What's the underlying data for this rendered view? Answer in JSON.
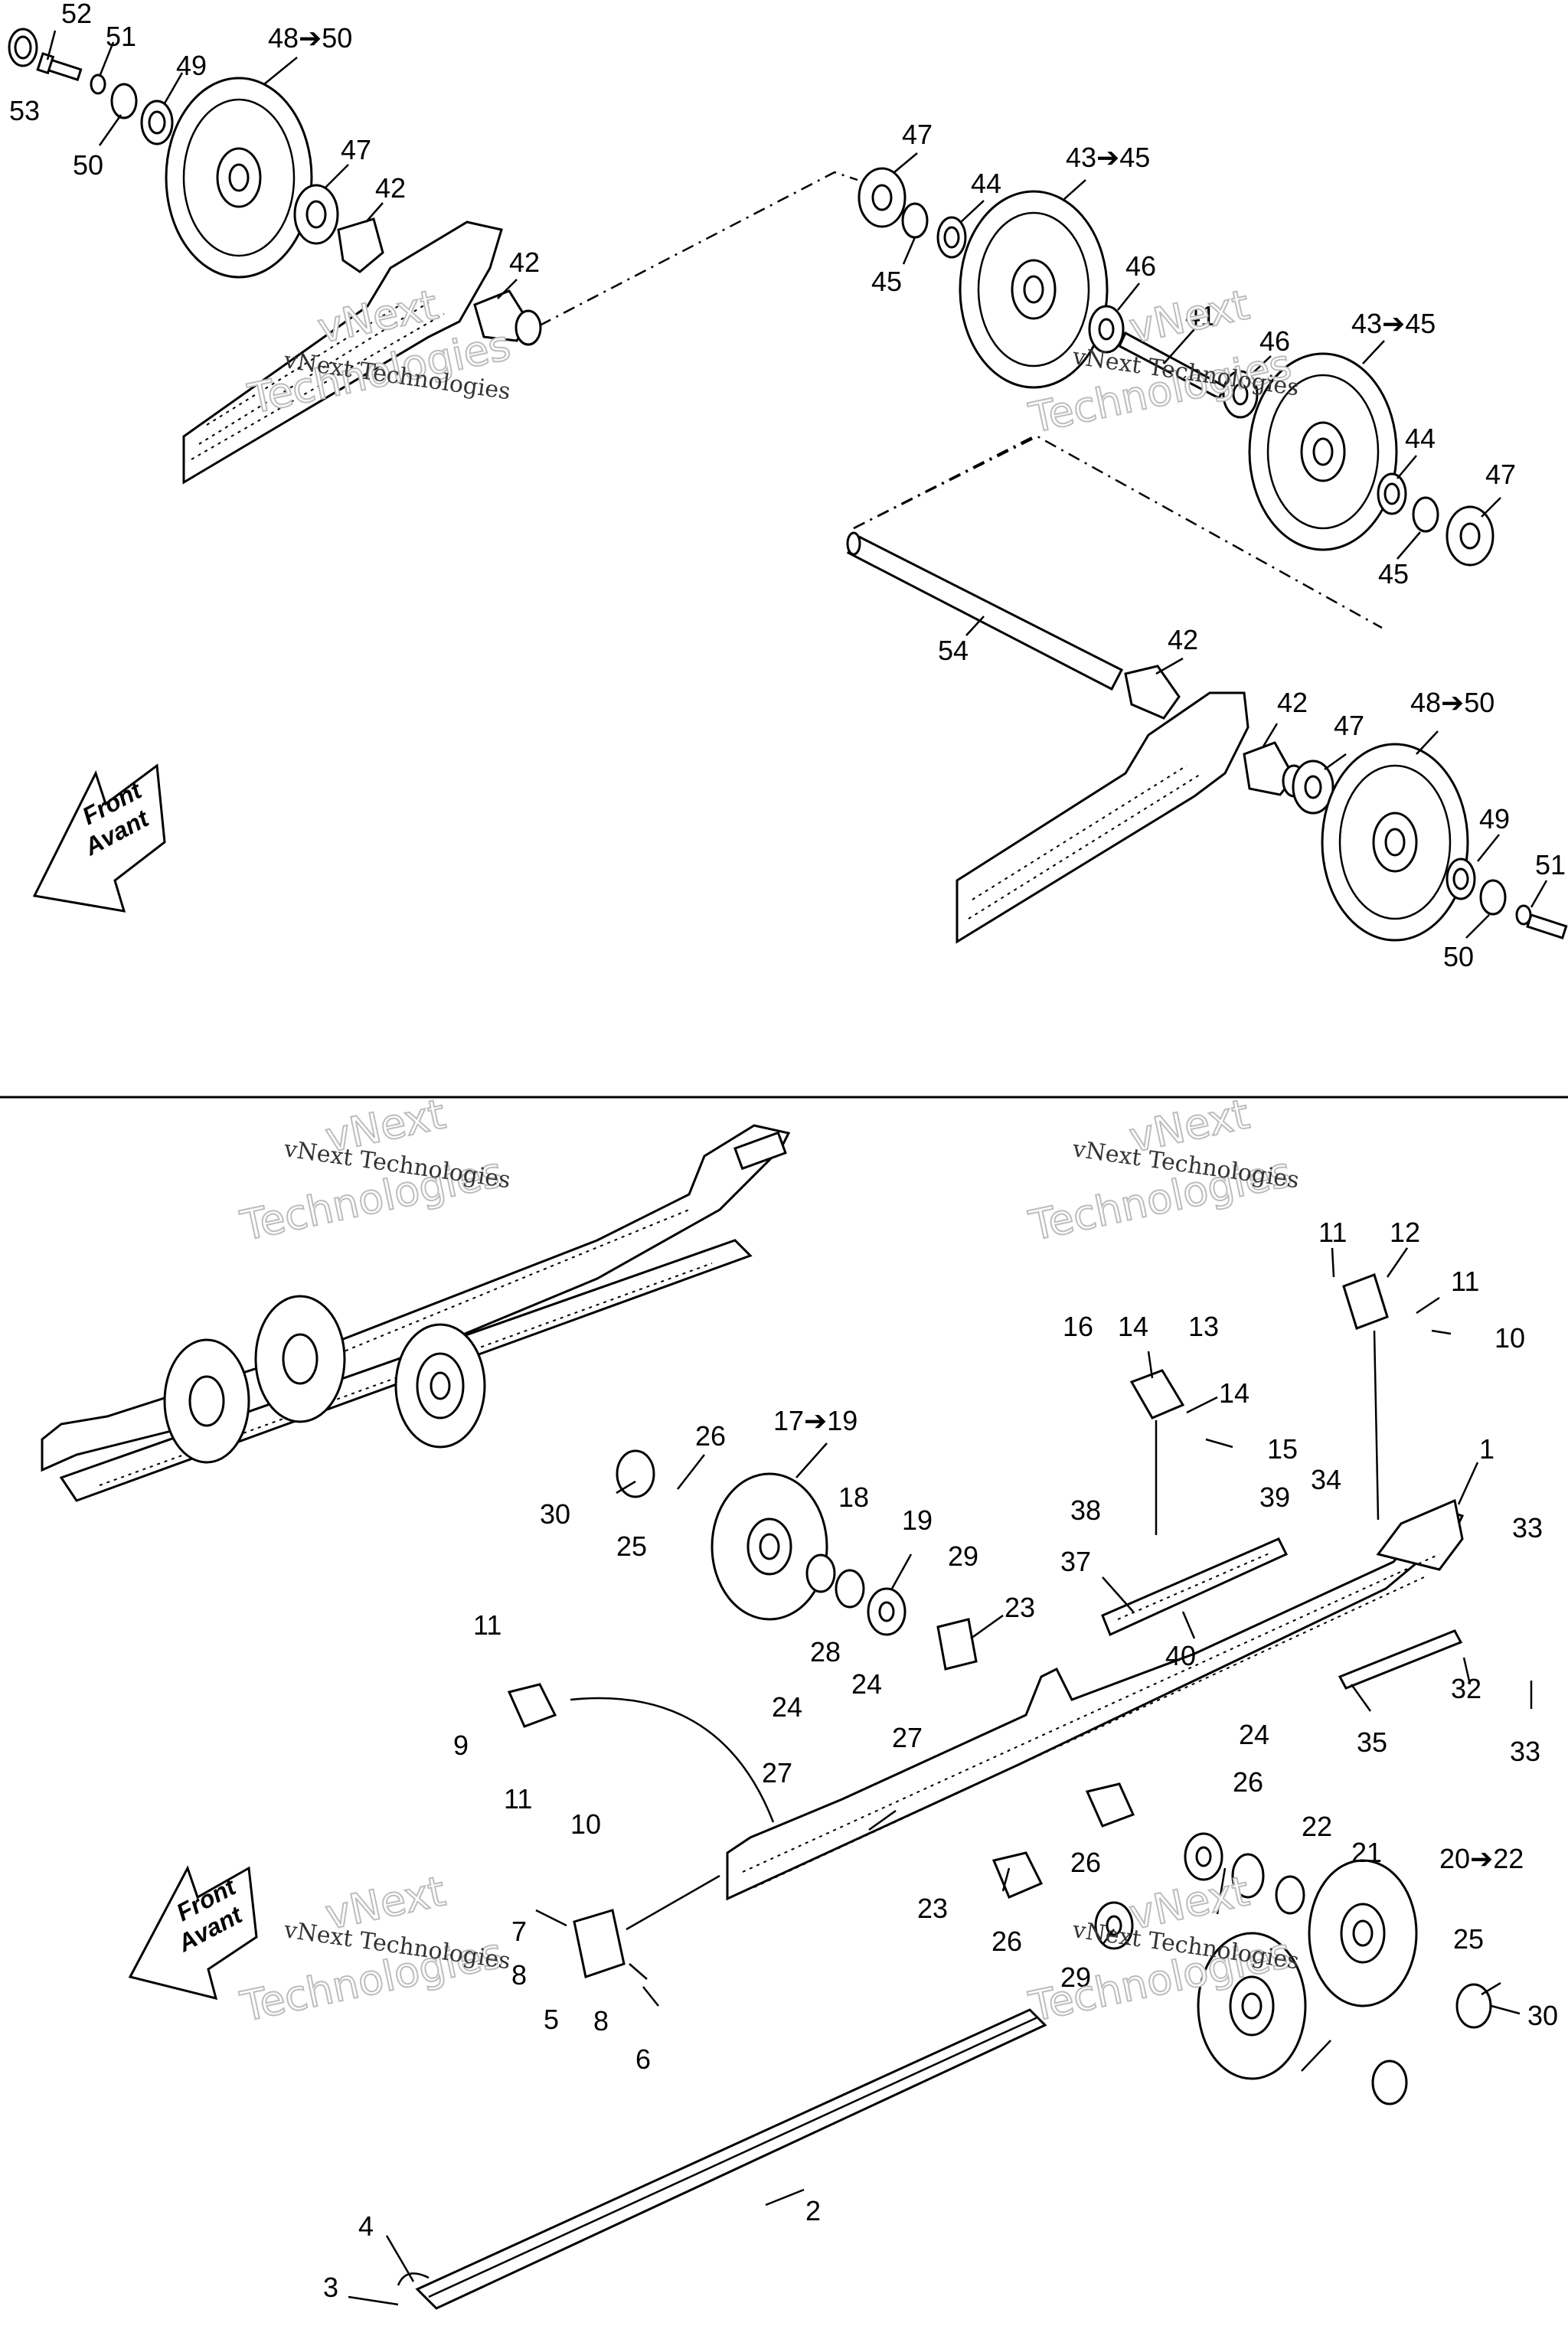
{
  "colors": {
    "ink": "#000000",
    "background": "#ffffff",
    "watermark_outline": "#bdbdbd"
  },
  "watermarks": {
    "small": "vNext Technologies",
    "big_top": "vNext",
    "big_bottom": "Technologies"
  },
  "direction_arrow": {
    "line1": "Front",
    "line2": "Avant"
  },
  "top_section": {
    "labels": [
      "52",
      "51",
      "53",
      "50",
      "49",
      "48➔50",
      "47",
      "42",
      "42",
      "47",
      "44",
      "43➔45",
      "45",
      "46",
      "41",
      "46",
      "43➔45",
      "44",
      "47",
      "45",
      "54",
      "42",
      "42",
      "47",
      "48➔50",
      "49",
      "51",
      "50"
    ]
  },
  "bottom_section": {
    "labels": [
      "11",
      "12",
      "11",
      "10",
      "16",
      "14",
      "13",
      "14",
      "15",
      "1",
      "26",
      "17➔19",
      "30",
      "25",
      "18",
      "19",
      "29",
      "38",
      "39",
      "34",
      "33",
      "37",
      "23",
      "28",
      "40",
      "24",
      "11",
      "32",
      "33",
      "35",
      "9",
      "11",
      "10",
      "24",
      "27",
      "27",
      "24",
      "26",
      "22",
      "21",
      "20➔22",
      "26",
      "23",
      "26",
      "29",
      "25",
      "7",
      "8",
      "5",
      "8",
      "6",
      "30",
      "2",
      "4",
      "3"
    ]
  }
}
